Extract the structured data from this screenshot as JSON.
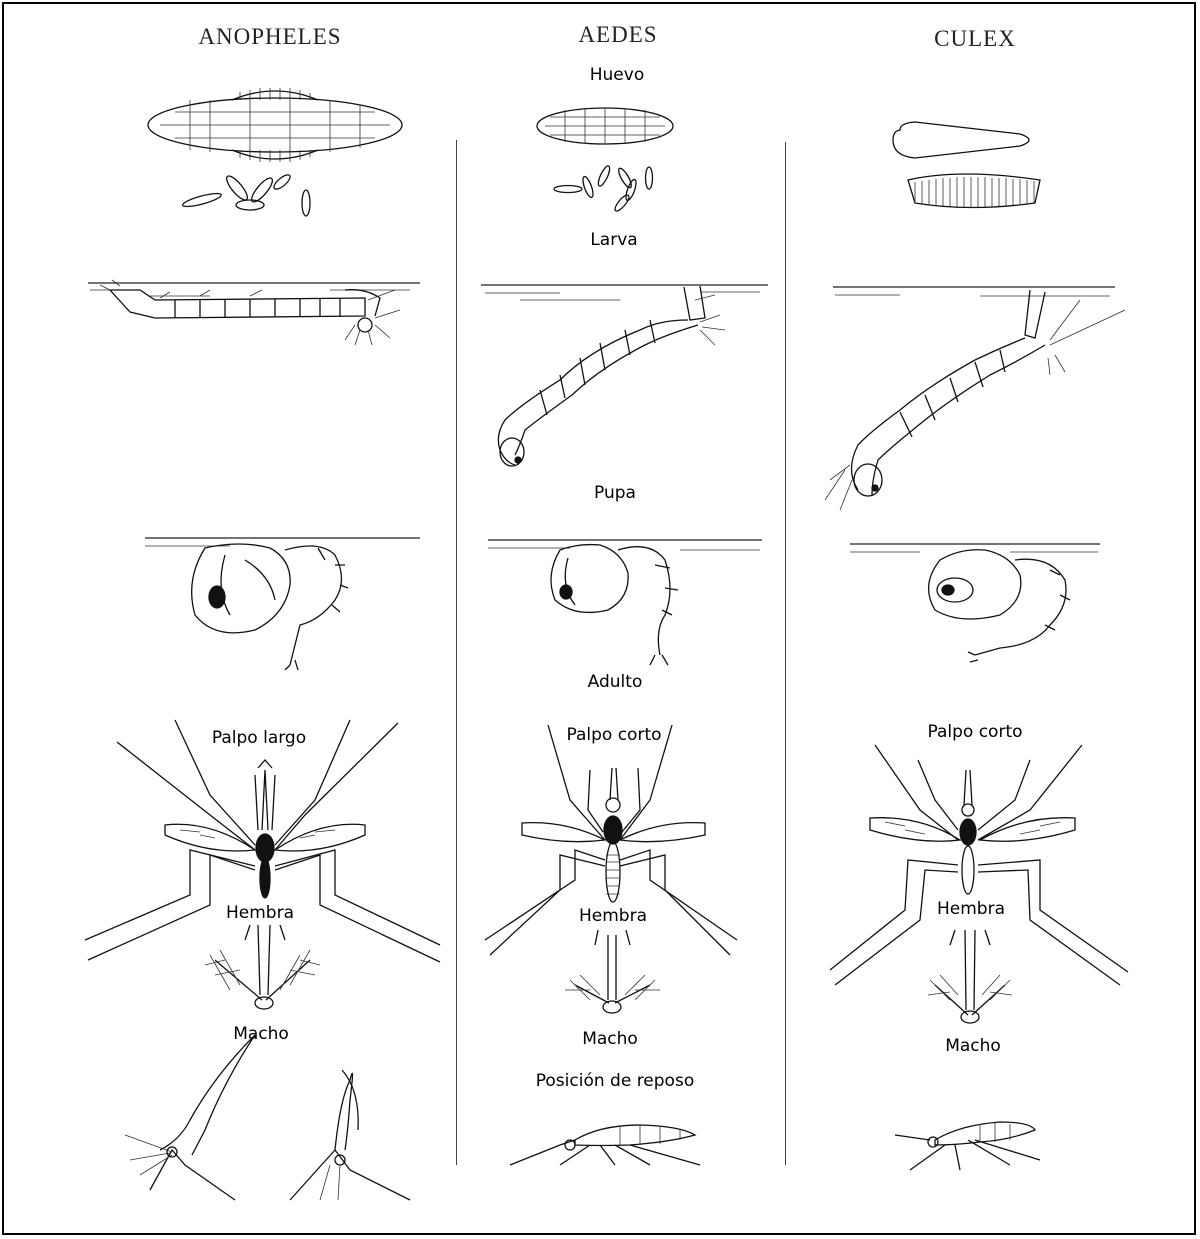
{
  "columns": {
    "anopheles": "ANOPHELES",
    "aedes": "AEDES",
    "culex": "CULEX"
  },
  "stages": {
    "egg": "Huevo",
    "larva": "Larva",
    "pupa": "Pupa",
    "adult": "Adulto"
  },
  "labels": {
    "anopheles_palp": "Palpo largo",
    "aedes_palp": "Palpo corto",
    "culex_palp": "Palpo corto",
    "female": "Hembra",
    "male": "Macho",
    "rest_position": "Posición de reposo"
  }
}
